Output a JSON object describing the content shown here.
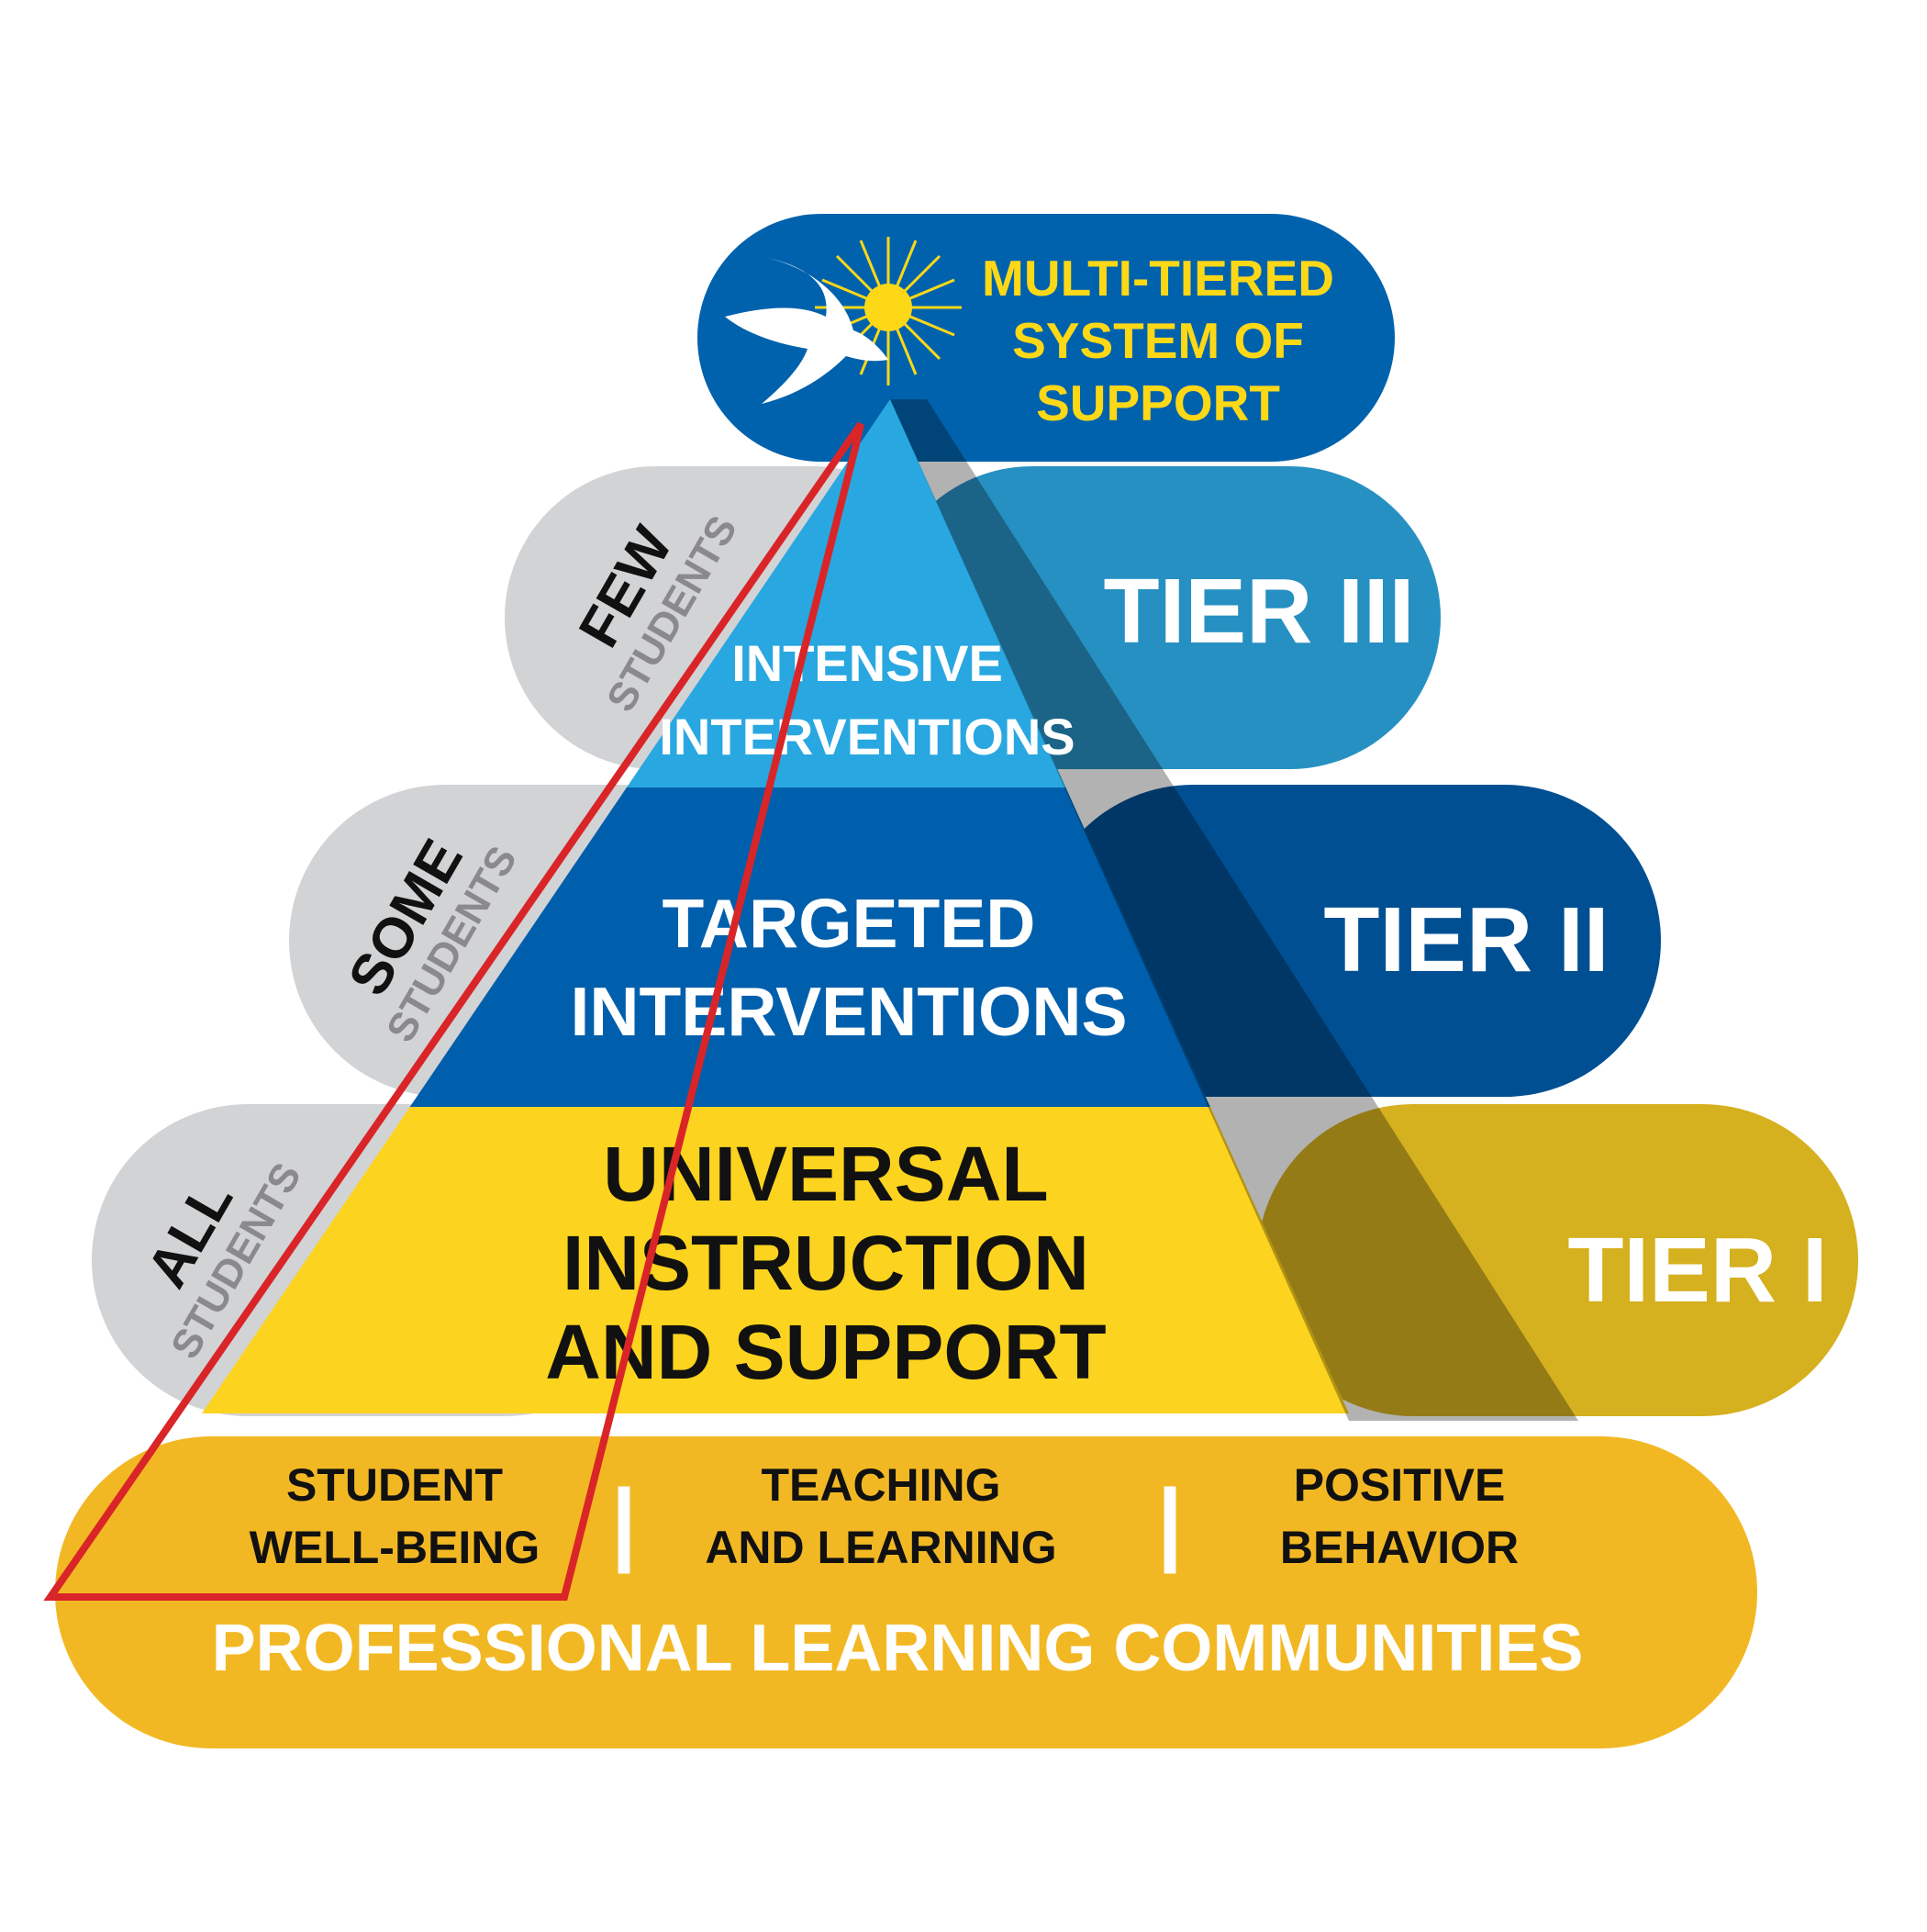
{
  "header": {
    "title_lines": [
      "MULTI-TIERED",
      "SYSTEM OF",
      "SUPPORT"
    ],
    "logo_icon": "dove-sun-icon"
  },
  "tiers": {
    "tier3": {
      "label": "TIER III",
      "content_lines": [
        "INTENSIVE",
        "INTERVENTIONS"
      ],
      "audience_main": "FEW",
      "audience_sub": "STUDENTS"
    },
    "tier2": {
      "label": "TIER II",
      "content_lines": [
        "TARGETED",
        "INTERVENTIONS"
      ],
      "audience_main": "SOME",
      "audience_sub": "STUDENTS"
    },
    "tier1": {
      "label": "TIER I",
      "content_lines": [
        "UNIVERSAL",
        "INSTRUCTION",
        "AND SUPPORT"
      ],
      "audience_main": "ALL",
      "audience_sub": "STUDENTS"
    }
  },
  "foundation": {
    "pillars": [
      {
        "lines": [
          "STUDENT",
          "WELL-BEING"
        ]
      },
      {
        "lines": [
          "TEACHING",
          "AND LEARNING"
        ]
      },
      {
        "lines": [
          "POSITIVE",
          "BEHAVIOR"
        ]
      }
    ],
    "separator": "|",
    "base_label": "PROFESSIONAL LEARNING COMMUNITIES"
  },
  "colors": {
    "header_blue": "#0062ad",
    "header_text": "#fcd817",
    "tier3_light": "#29a7e1",
    "tier3_band": "#2790c2",
    "tier2_blue": "#005fac",
    "tier2_band": "#004f93",
    "tier1_yellow": "#fcd31f",
    "tier1_band": "#d5b01f",
    "foundation_gold": "#f2b824",
    "audience_grey": "#d2d3d5",
    "highlight_red": "#d92528"
  }
}
